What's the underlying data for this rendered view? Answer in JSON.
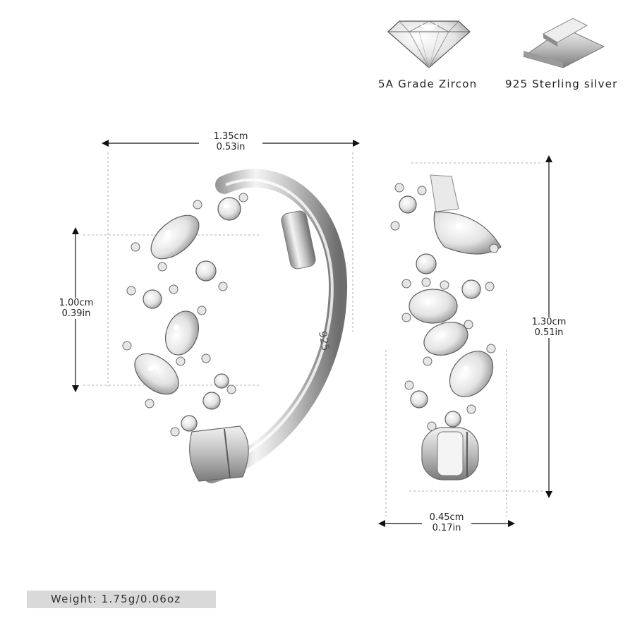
{
  "features": [
    {
      "icon": "diamond-icon",
      "label": "5A Grade Zircon"
    },
    {
      "icon": "silver-bar-icon",
      "label": "925 Sterling silver"
    }
  ],
  "dimensions": {
    "width": {
      "cm": "1.35cm",
      "in": "0.53in"
    },
    "inner_height": {
      "cm": "1.00cm",
      "in": "0.39in"
    },
    "height": {
      "cm": "1.30cm",
      "in": "0.51in"
    },
    "thickness": {
      "cm": "0.45cm",
      "in": "0.17in"
    }
  },
  "hallmark": "925",
  "weight": "Weight: 1.75g/0.06oz",
  "colors": {
    "silver": "#d8d8d8",
    "background": "#ffffff",
    "weight_bar": "#d9d9d9"
  }
}
